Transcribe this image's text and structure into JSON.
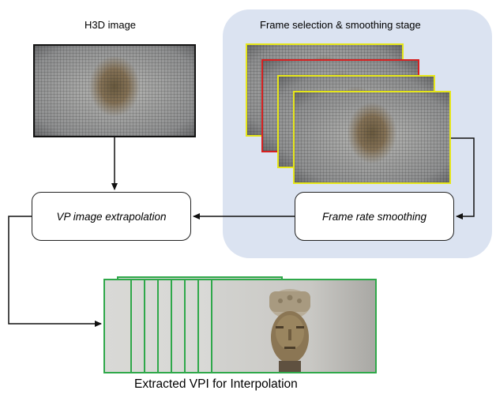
{
  "labels": {
    "h3d_image": "H3D image",
    "stage_title": "Frame selection & smoothing stage",
    "vp_extrapolation": "VP image extrapolation",
    "frame_rate_smoothing": "Frame rate smoothing",
    "extracted_vpi": "Extracted VPI for Interpolation"
  },
  "colors": {
    "stage_background": "#dbe3f1",
    "frame_border_yellow": "#e6e619",
    "frame_border_red": "#d62020",
    "vpi_border_green": "#2fa84a"
  }
}
